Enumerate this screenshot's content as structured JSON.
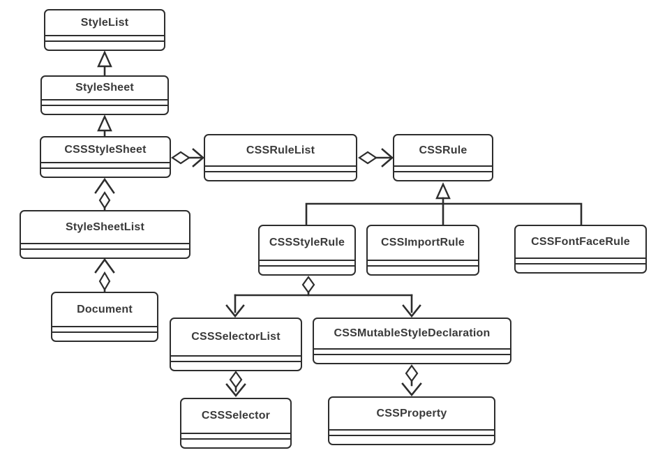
{
  "colors": {
    "stroke": "#2d2d2d",
    "text": "#3a3a3a",
    "background": "#ffffff"
  },
  "nodes": {
    "stylelist": {
      "label": "StyleList"
    },
    "stylesheet": {
      "label": "StyleSheet"
    },
    "cssstylesheet": {
      "label": "CSSStyleSheet"
    },
    "cssrulelist": {
      "label": "CSSRuleList"
    },
    "cssrule": {
      "label": "CSSRule"
    },
    "stylesheetlist": {
      "label": "StyleSheetList"
    },
    "document": {
      "label": "Document"
    },
    "cssstylerule": {
      "label": "CSSStyleRule"
    },
    "cssimportrule": {
      "label": "CSSImportRule"
    },
    "cssfontfacerule": {
      "label": "CSSFontFaceRule"
    },
    "cssselectorlist": {
      "label": "CSSSelectorList"
    },
    "cssmutablestyledeclaration": {
      "label": "CSSMutableStyleDeclaration"
    },
    "cssselector": {
      "label": "CSSSelector"
    },
    "cssproperty": {
      "label": "CSSProperty"
    }
  },
  "edges": [
    {
      "from": "StyleSheet",
      "to": "StyleList",
      "type": "generalization"
    },
    {
      "from": "CSSStyleSheet",
      "to": "StyleSheet",
      "type": "generalization"
    },
    {
      "from": "CSSStyleSheet",
      "to": "CSSRuleList",
      "type": "aggregation-arrow"
    },
    {
      "from": "CSSRuleList",
      "to": "CSSRule",
      "type": "aggregation-arrow"
    },
    {
      "from": "CSSStyleRule",
      "to": "CSSRule",
      "type": "generalization"
    },
    {
      "from": "CSSImportRule",
      "to": "CSSRule",
      "type": "generalization"
    },
    {
      "from": "CSSFontFaceRule",
      "to": "CSSRule",
      "type": "generalization"
    },
    {
      "from": "StyleSheetList",
      "to": "CSSStyleSheet",
      "type": "aggregation-arrow"
    },
    {
      "from": "Document",
      "to": "StyleSheetList",
      "type": "aggregation-arrow"
    },
    {
      "from": "CSSStyleRule",
      "to": "CSSSelectorList",
      "type": "aggregation-arrow"
    },
    {
      "from": "CSSStyleRule",
      "to": "CSSMutableStyleDeclaration",
      "type": "aggregation-arrow"
    },
    {
      "from": "CSSSelectorList",
      "to": "CSSSelector",
      "type": "aggregation-arrow"
    },
    {
      "from": "CSSMutableStyleDeclaration",
      "to": "CSSProperty",
      "type": "aggregation-arrow"
    }
  ]
}
